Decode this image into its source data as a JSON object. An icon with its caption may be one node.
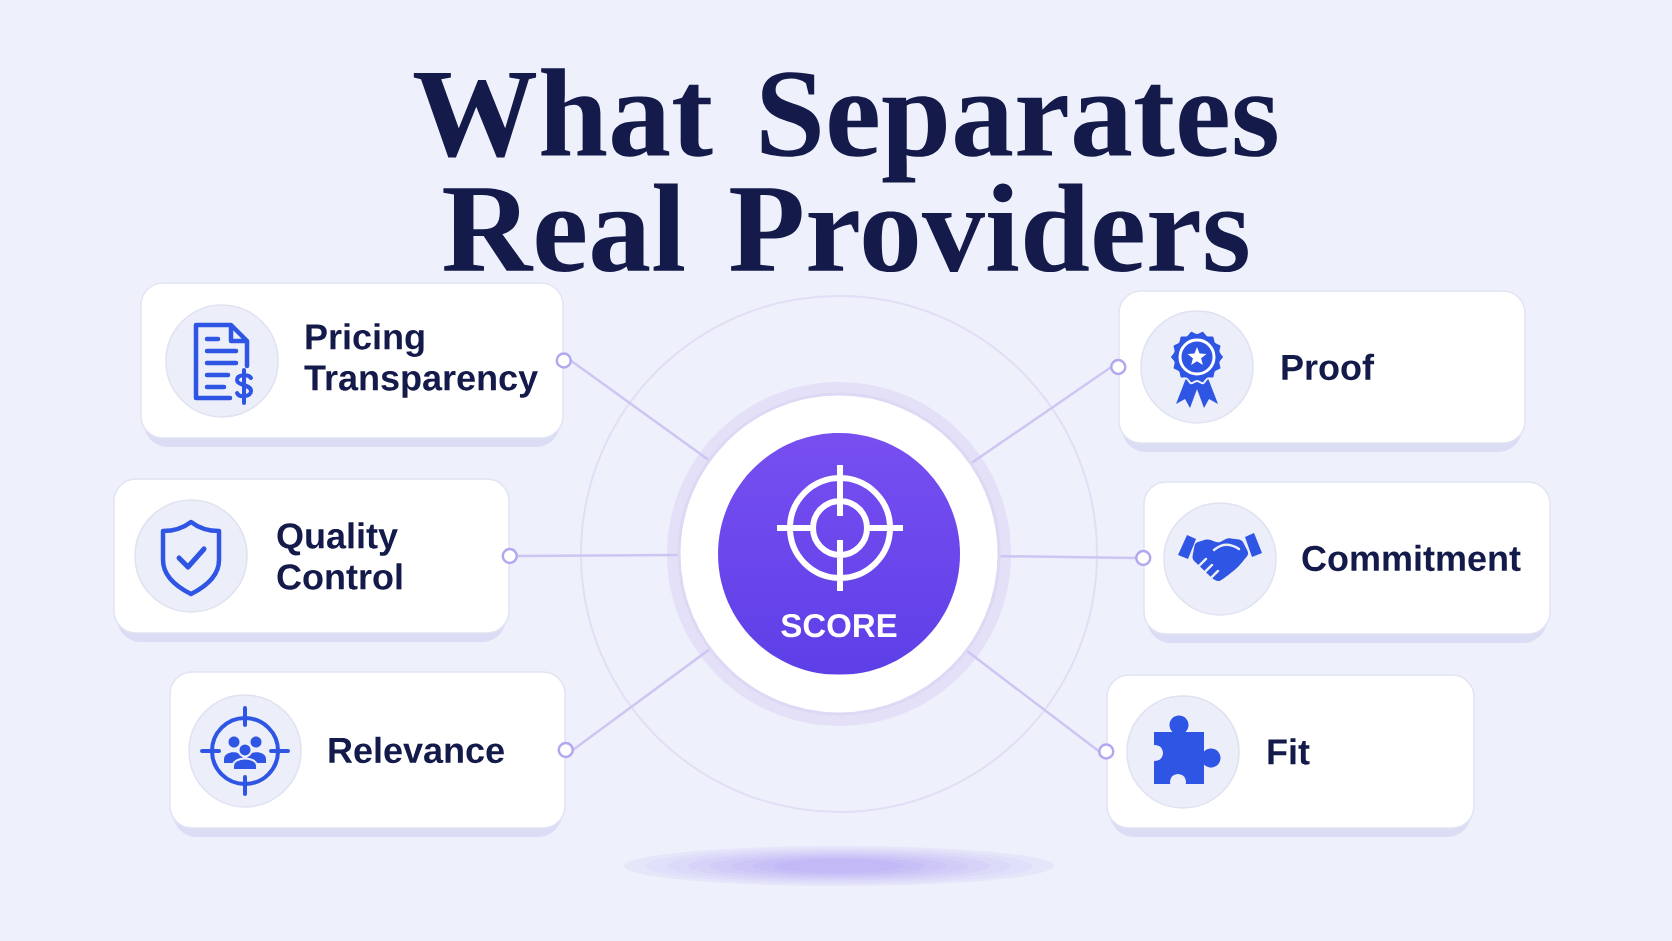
{
  "diagram": {
    "title": "What Separates Real Providers",
    "nodes": [
      {
        "text": [
          "Pricing Transparency"
        ]
      },
      {
        "text": [
          "Proof"
        ]
      },
      {
        "text": [
          "Quality Control"
        ]
      },
      {
        "text": [
          "SCORE"
        ]
      },
      {
        "text": [
          "Commitment"
        ]
      },
      {
        "text": [
          "Relevance"
        ]
      },
      {
        "text": [
          "Fit"
        ]
      }
    ],
    "edges": [
      {
        "from": 3,
        "to": 0,
        "arrow": "other"
      },
      {
        "from": 3,
        "to": 1,
        "arrow": "other"
      },
      {
        "from": 3,
        "to": 2,
        "arrow": "other"
      },
      {
        "from": 3,
        "to": 4,
        "arrow": "other"
      },
      {
        "from": 3,
        "to": 5,
        "arrow": "other"
      },
      {
        "from": 3,
        "to": 6,
        "arrow": "other"
      }
    ]
  }
}
